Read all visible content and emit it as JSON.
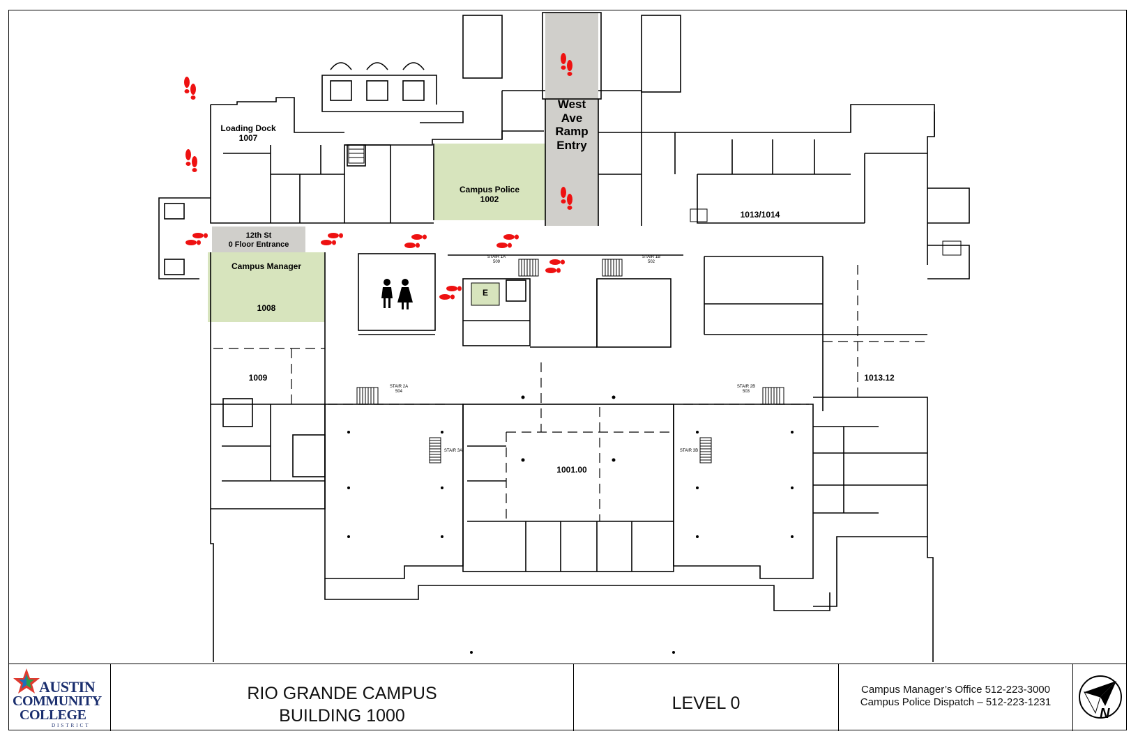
{
  "rooms": {
    "loading_dock": {
      "name": "Loading Dock",
      "number": "1007"
    },
    "west_ave": {
      "line1": "West",
      "line2": "Ave",
      "line3": "Ramp",
      "line4": "Entry"
    },
    "campus_police": {
      "name": "Campus Police",
      "number": "1002"
    },
    "entrance_12th": {
      "line1": "12th St",
      "line2": "0 Floor Entrance"
    },
    "campus_manager": {
      "name": "Campus Manager",
      "number": "1008"
    },
    "elevator": "E",
    "r1013_1014": "1013/1014",
    "r1009": "1009",
    "r1013_12": "1013.12",
    "r1001": "1001.00"
  },
  "stairs": {
    "s509": "STAIR 1A",
    "s509_num": "509",
    "s502": "STAIR 1B",
    "s502_num": "502",
    "s2a": "STAIR 2A",
    "s2a_num": "504",
    "s2b": "STAIR 2B",
    "s2b_num": "503",
    "s3a": "STAIR 3A",
    "s3b": "STAIR 3B"
  },
  "title_block": {
    "logo": {
      "word1": "AUSTIN",
      "word2": "COMMUNITY",
      "word3": "COLLEGE",
      "word4": "DISTRICT"
    },
    "campus": "RIO GRANDE CAMPUS",
    "building": "BUILDING 1000",
    "level": "LEVEL 0",
    "contact1": "Campus Manager’s Office 512-223-3000",
    "contact2": "Campus Police Dispatch – 512-223-1231",
    "north": "N"
  },
  "colors": {
    "highlight_green": "#d7e4bd",
    "highlight_gray": "#d0cfcb",
    "footprint_red": "#ee1111",
    "logo_blue": "#1a2e6e"
  },
  "icons": {
    "footprints": "footprints-icon",
    "restroom": "restroom-icon",
    "north_arrow": "north-arrow-icon"
  }
}
